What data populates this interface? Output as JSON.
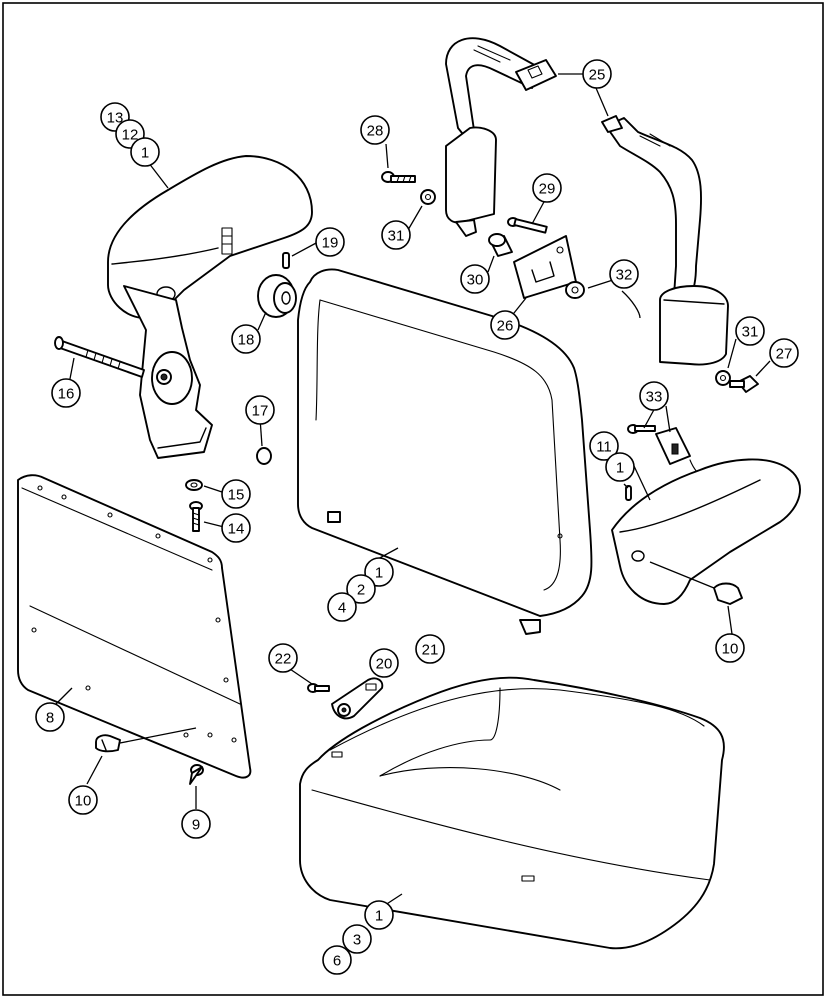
{
  "callout_labels": [
    "13",
    "12",
    "1",
    "19",
    "18",
    "16",
    "17",
    "15",
    "14",
    "28",
    "31",
    "29",
    "30",
    "26",
    "32",
    "25",
    "31",
    "27",
    "33",
    "11",
    "1",
    "1",
    "2",
    "4",
    "10",
    "8",
    "10",
    "9",
    "22",
    "20",
    "21",
    "1",
    "3",
    "6"
  ]
}
